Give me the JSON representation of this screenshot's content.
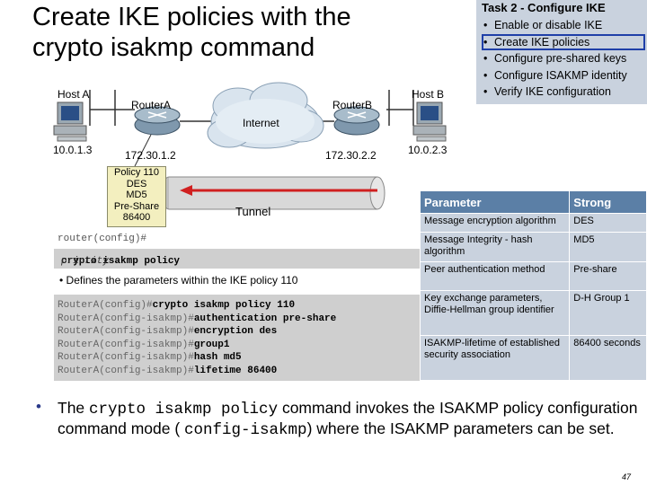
{
  "title": {
    "line1": "Create IKE policies with the",
    "line2": "crypto isakmp command"
  },
  "task_panel": {
    "heading": "Task 2 - Configure IKE",
    "items": [
      "Enable or disable IKE",
      "Create IKE policies",
      "Configure pre-shared keys",
      "Configure ISAKMP identity",
      "Verify IKE configuration"
    ],
    "active_index": 1
  },
  "diagram": {
    "host_a": "Host A",
    "host_b": "Host B",
    "router_a": "RouterA",
    "router_b": "RouterB",
    "internet": "Internet",
    "ip_host_a": "10.0.1.3",
    "ip_router_a": "172.30.1.2",
    "ip_router_b": "172.30.2.2",
    "ip_host_b": "10.0.2.3",
    "tunnel": "Tunnel",
    "policy": [
      "Policy 110",
      "DES",
      "MD5",
      "Pre-Share",
      "86400"
    ]
  },
  "syntax": {
    "prompt": "router(config)#",
    "command": "crypto isakmp policy",
    "argument": "priority",
    "description": "Defines the parameters within the IKE policy 110"
  },
  "config_lines": [
    {
      "prompt": "RouterA(config)#",
      "cmd": "crypto isakmp policy 110"
    },
    {
      "prompt": "RouterA(config-isakmp)#",
      "cmd": "authentication pre-share"
    },
    {
      "prompt": "RouterA(config-isakmp)#",
      "cmd": "encryption des"
    },
    {
      "prompt": "RouterA(config-isakmp)#",
      "cmd": "group1"
    },
    {
      "prompt": "RouterA(config-isakmp)#",
      "cmd": "hash md5"
    },
    {
      "prompt": "RouterA(config-isakmp)#",
      "cmd": "lifetime 86400"
    }
  ],
  "param_table": {
    "headers": [
      "Parameter",
      "Strong"
    ],
    "rows": [
      [
        "Message encryption algorithm",
        "DES"
      ],
      [
        "Message Integrity - hash algorithm",
        "MD5"
      ],
      [
        "Peer authentication method",
        "Pre-share"
      ],
      [
        "Key exchange parameters, Diffie-Hellman group identifier",
        "D-H Group 1"
      ],
      [
        "ISAKMP-lifetime of established security association",
        "86400 seconds"
      ]
    ]
  },
  "bullet": {
    "t1": "The ",
    "code1": "crypto isakmp policy",
    "t2": " command invokes the ISAKMP policy configuration command mode ( ",
    "code2": "config-isakmp",
    "t3": ") where the ISAKMP parameters can be set."
  },
  "page_number": "47",
  "colors": {
    "task_bg": "#c9d2de",
    "table_header": "#5b7fa6",
    "highlight_border": "#1f3fa8",
    "tunnel_arrow": "#d02020"
  }
}
